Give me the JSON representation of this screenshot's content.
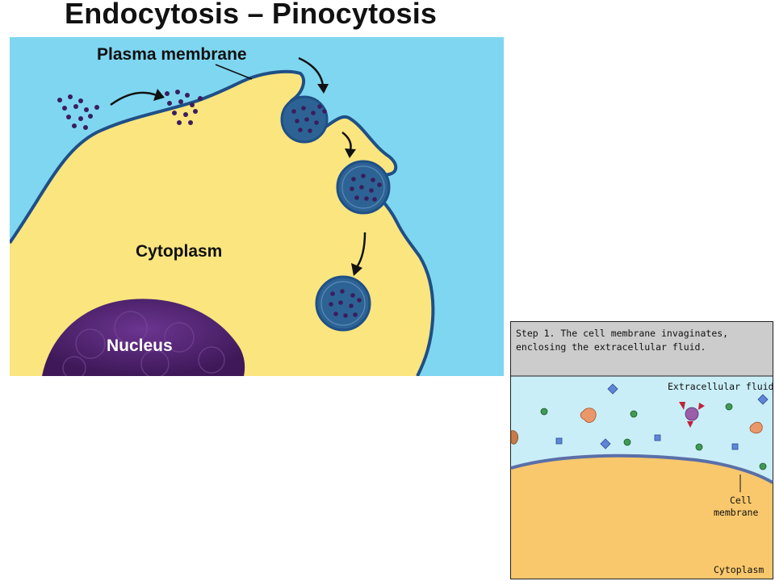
{
  "title": "Endocytosis – Pinocytosis",
  "main_diagram": {
    "labels": {
      "plasma_membrane": "Plasma membrane",
      "cytoplasm": "Cytoplasm",
      "nucleus": "Nucleus"
    },
    "colors": {
      "extracellular": "#7fd6f0",
      "cytoplasm": "#fae57f",
      "membrane": "#1f4f86",
      "vesicle": "#2d6394",
      "particle": "#3a1d5e",
      "nucleus": "#5a2a78"
    }
  },
  "inset": {
    "caption_line1": "Step 1. The cell membrane invaginates,",
    "caption_line2": "enclosing the extracellular fluid.",
    "labels": {
      "extracellular_fluid": "Extracellular fluid",
      "cell_membrane_line1": "Cell",
      "cell_membrane_line2": "membrane",
      "cytoplasm": "Cytoplasm"
    },
    "colors": {
      "caption_bg": "#cccccc",
      "fluid": "#c9eef7",
      "cytoplasm": "#f9c86c",
      "membrane": "#5a6fa8"
    }
  }
}
